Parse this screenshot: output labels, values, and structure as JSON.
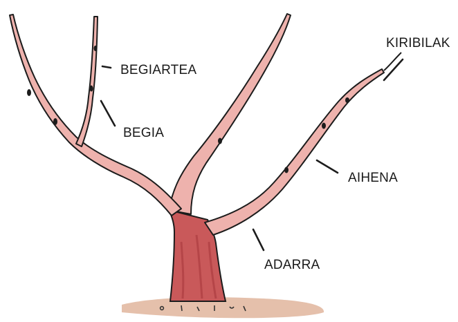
{
  "labels": {
    "begiartea": "BEGIARTEA",
    "begia": "BEGIA",
    "kiribilak": "KIRIBILAK",
    "aihena": "AIHENA",
    "adarra": "ADARRA"
  },
  "colors": {
    "trunk_fill": "#c9595a",
    "trunk_dark": "#a8393c",
    "branch_fill": "#eeb2ad",
    "outline": "#1c1c1c",
    "ground": "#e2b9a2",
    "label_text": "#1a1a1a"
  }
}
